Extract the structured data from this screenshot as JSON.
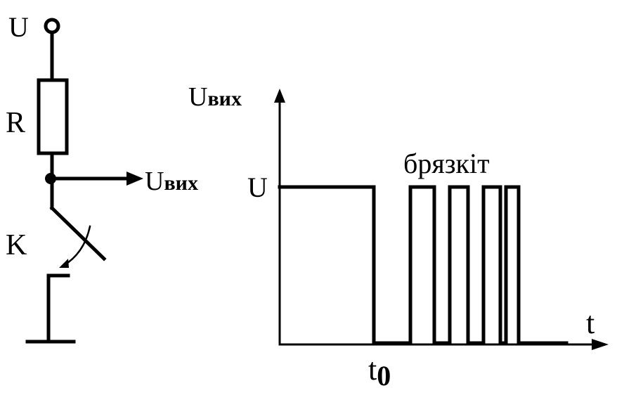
{
  "circuit": {
    "supply_label": "U",
    "resistor_label": "R",
    "switch_label": "K",
    "output_label_main": "U",
    "output_label_sub": "вих"
  },
  "graph": {
    "y_axis_label_main": "U",
    "y_axis_label_sub": "вих",
    "x_axis_label": "t",
    "level_label": "U",
    "t0_label_main": "t",
    "t0_label_sub": "0",
    "bounce_label": "брязкіт"
  }
}
